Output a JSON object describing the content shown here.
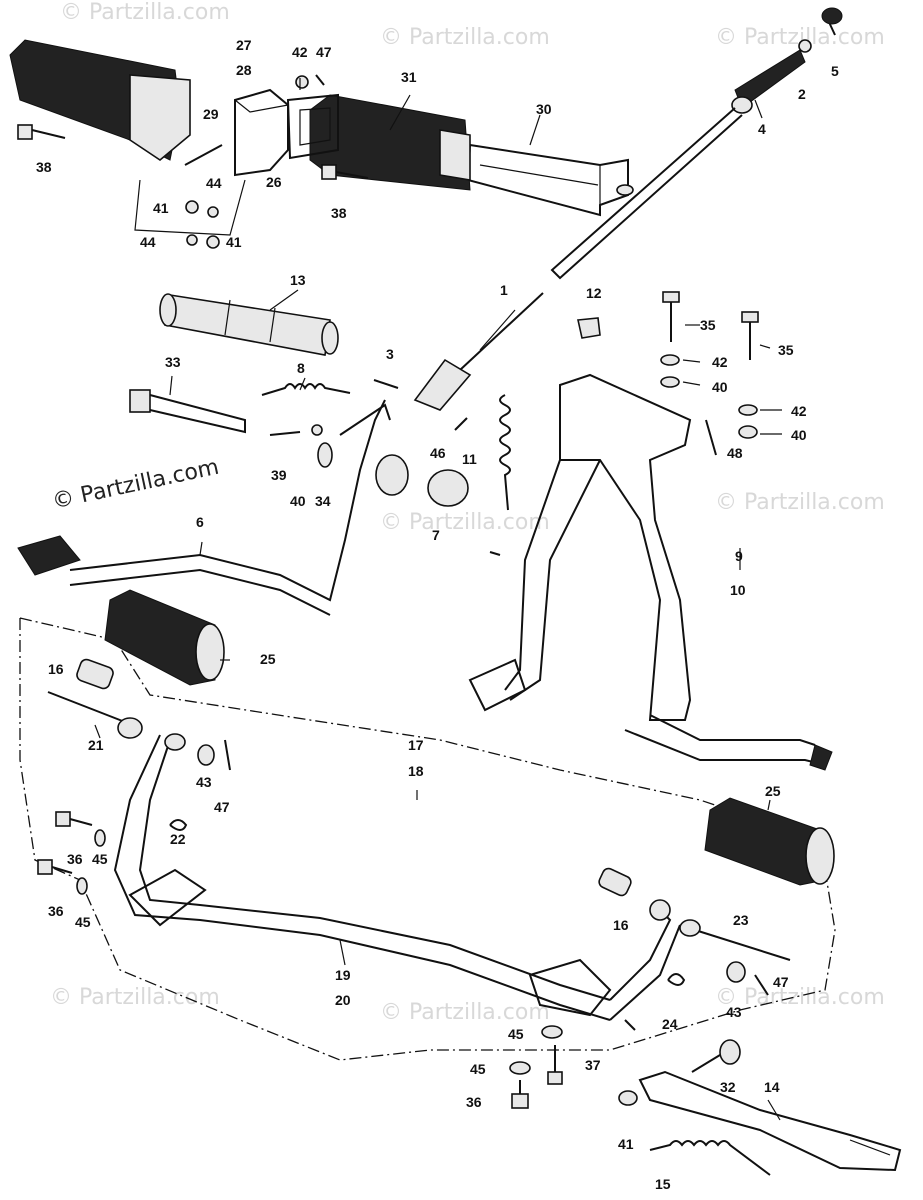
{
  "watermarks": {
    "corner": "© Partzilla.com",
    "main": "© Partzilla.com"
  },
  "callouts": {
    "c1": "1",
    "c2": "2",
    "c3": "3",
    "c4": "4",
    "c5": "5",
    "c6": "6",
    "c7": "7",
    "c8": "8",
    "c9": "9",
    "c10": "10",
    "c11": "11",
    "c12": "12",
    "c13": "13",
    "c14": "14",
    "c15": "15",
    "c16a": "16",
    "c16b": "16",
    "c17": "17",
    "c18": "18",
    "c19": "19",
    "c20": "20",
    "c21": "21",
    "c22": "22",
    "c23": "23",
    "c24": "24",
    "c25a": "25",
    "c25b": "25",
    "c26": "26",
    "c27": "27",
    "c28": "28",
    "c29": "29",
    "c30": "30",
    "c31": "31",
    "c32": "32",
    "c33": "33",
    "c34": "34",
    "c35a": "35",
    "c35b": "35",
    "c36a": "36",
    "c36b": "36",
    "c36c": "36",
    "c37": "37",
    "c38a": "38",
    "c38b": "38",
    "c39": "39",
    "c40a": "40",
    "c40b": "40",
    "c40c": "40",
    "c41a": "41",
    "c41b": "41",
    "c41c": "41",
    "c42a": "42",
    "c42b": "42",
    "c42c": "42",
    "c43a": "43",
    "c43b": "43",
    "c44a": "44",
    "c44b": "44",
    "c45a": "45",
    "c45b": "45",
    "c45c": "45",
    "c45d": "45",
    "c46": "46",
    "c47a": "47",
    "c47b": "47",
    "c47c": "47",
    "c48": "48"
  }
}
